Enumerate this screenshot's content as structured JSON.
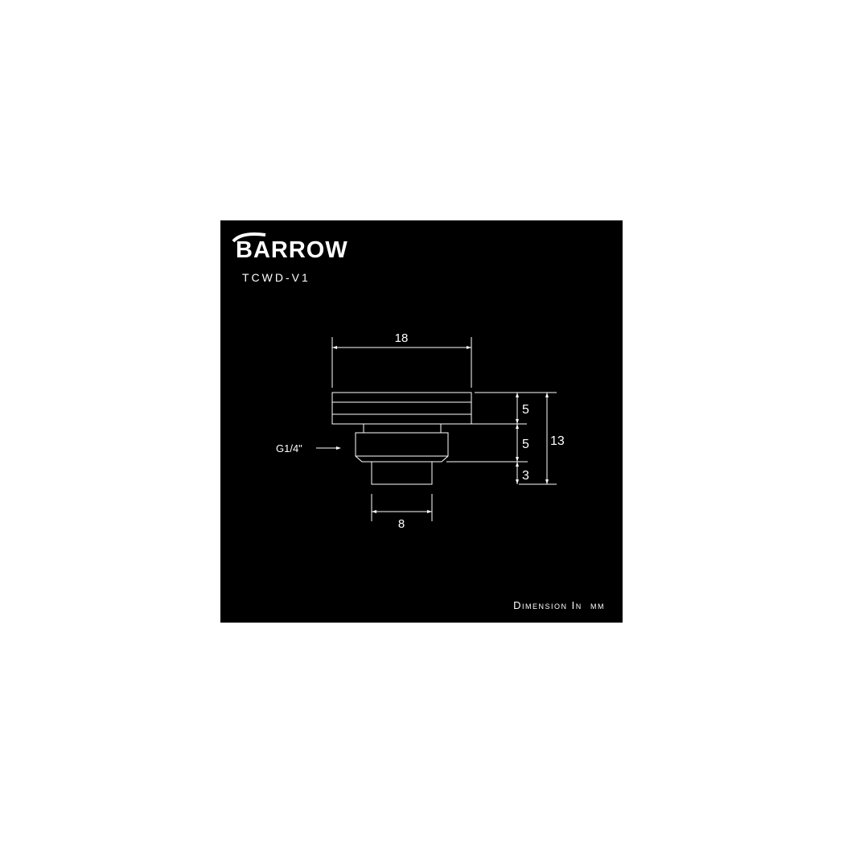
{
  "brand": {
    "logo_text": "BARROW",
    "model": "TCWD-V1"
  },
  "colors": {
    "background": "#ffffff",
    "panel": "#000000",
    "lines": "#ffffff"
  },
  "dimensions": {
    "top_width": "18",
    "bottom_width": "8",
    "knurl_height": "5",
    "thread_height": "5",
    "tip_height": "3",
    "total_height": "13",
    "thread_label": "G1/4\""
  },
  "footer": {
    "units_label": "Dimension In  mm"
  }
}
